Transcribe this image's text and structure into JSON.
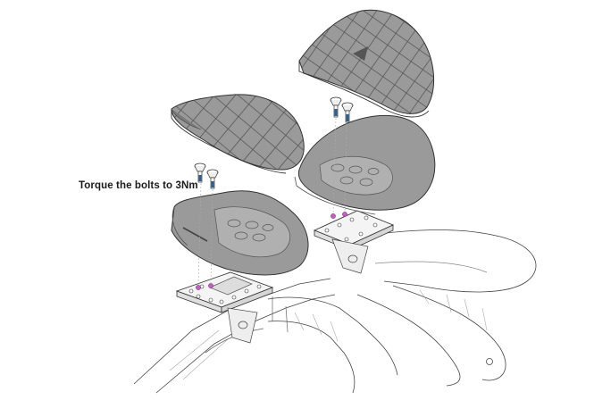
{
  "diagram": {
    "annotation": "Torque the bolts to 3Nm",
    "colors": {
      "pad_fill": "#8a8a8a",
      "pad_top": "#a9a9a9",
      "pad_grid": "#5a5a5a",
      "cup_fill": "#9a9a9a",
      "bolt_blue": "#2f5f8f",
      "washer_purple": "#c060c0",
      "line": "#333333",
      "leader": "#999999"
    },
    "parts": [
      "armrest-pad",
      "armrest-cup",
      "bolt",
      "mount-bracket",
      "aero-bar",
      "base-bar"
    ]
  }
}
